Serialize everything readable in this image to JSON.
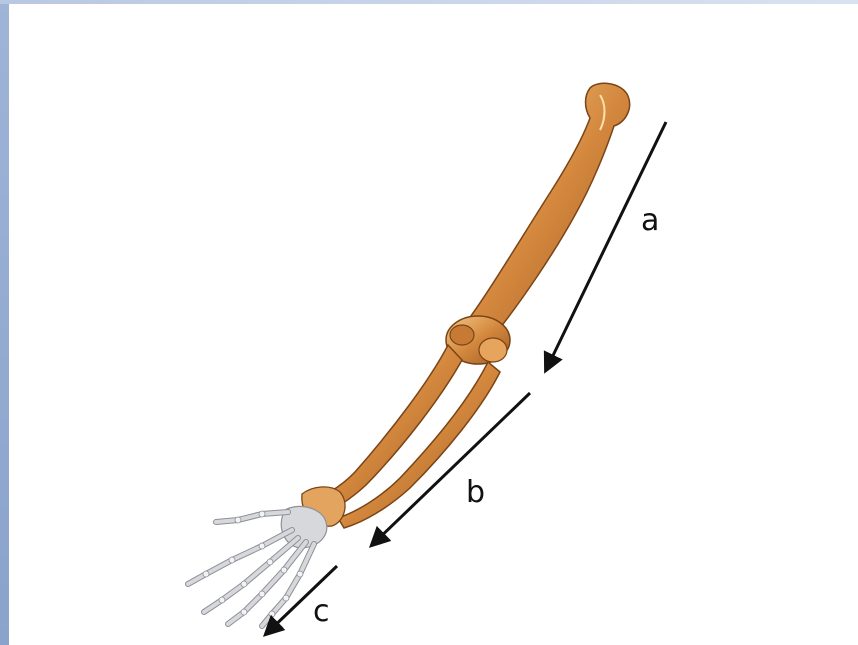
{
  "labels": {
    "a": "a",
    "b": "b",
    "c": "c"
  },
  "colors": {
    "bone": "#d4883e",
    "bone_light": "#f0c47c",
    "bone_dark": "#8a4f1c",
    "hand": "#d6d8dc",
    "hand_outline": "#8d9096",
    "arrow": "#111111",
    "frame": "#94abd2"
  },
  "icons": [
    "arm-skeleton-illustration",
    "arrow-a",
    "arrow-b",
    "arrow-c"
  ]
}
